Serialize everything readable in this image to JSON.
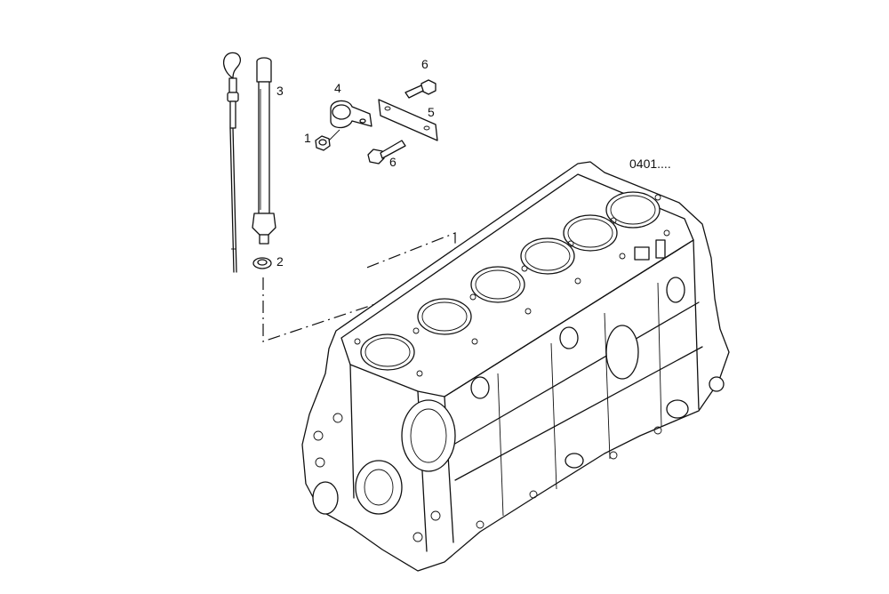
{
  "diagram": {
    "reference_code": "0401....",
    "callouts": [
      {
        "id": "callout-1",
        "text": "1"
      },
      {
        "id": "callout-2",
        "text": "2"
      },
      {
        "id": "callout-3",
        "text": "3"
      },
      {
        "id": "callout-4",
        "text": "4"
      },
      {
        "id": "callout-5",
        "text": "5"
      },
      {
        "id": "callout-6a",
        "text": "6"
      },
      {
        "id": "callout-6b",
        "text": "6"
      }
    ]
  }
}
